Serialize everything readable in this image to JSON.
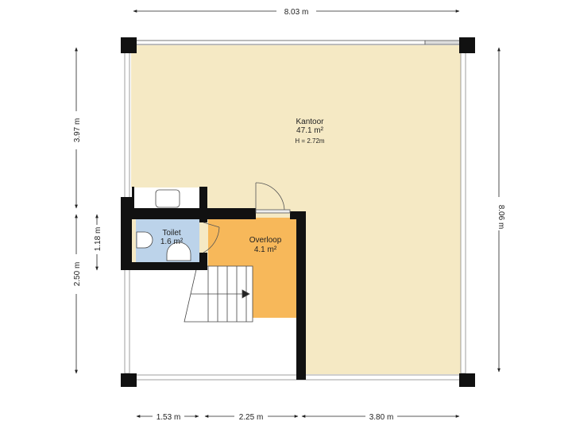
{
  "rooms": {
    "kantoor": {
      "name": "Kantoor",
      "area": "47.1 m²",
      "height": "H = 2.72m"
    },
    "toilet": {
      "name": "Toilet",
      "area": "1.6 m²"
    },
    "overloop": {
      "name": "Overloop",
      "area": "4.1 m²"
    }
  },
  "dimensions": {
    "top": "8.03 m",
    "right": "8.06 m",
    "left_upper": "3.97 m",
    "left_lower": "2.50 m",
    "left_inner": "1.18 m",
    "bottom_1": "1.53 m",
    "bottom_2": "2.25 m",
    "bottom_3": "3.80 m"
  },
  "colors": {
    "kantoor": "#f5e9c4",
    "toilet": "#bcd3ea",
    "overloop": "#f7b85a",
    "wall": "#111111"
  }
}
